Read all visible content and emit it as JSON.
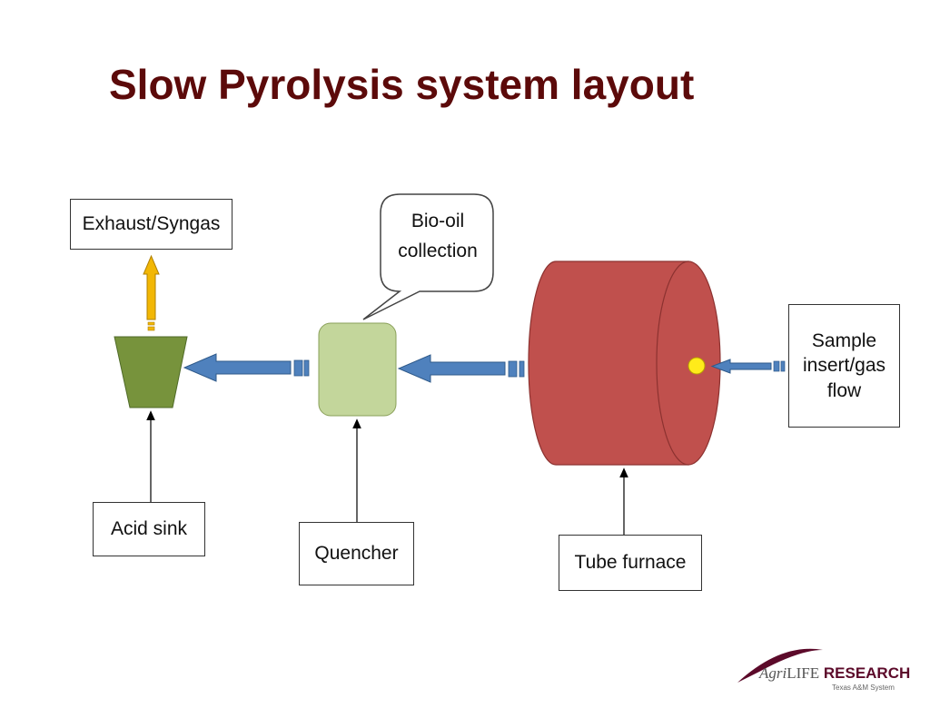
{
  "title": "Slow Pyrolysis system layout",
  "labels": {
    "exhaust": "Exhaust/Syngas",
    "bio_oil": "Bio-oil collection",
    "sample": "Sample insert/gas flow",
    "acid_sink": "Acid sink",
    "quencher": "Quencher",
    "tube_furnace": "Tube furnace"
  },
  "logo": {
    "agri": "Agri",
    "life": "LIFE",
    "research": "RESEARCH",
    "sub": "Texas A&M System"
  },
  "colors": {
    "title": "#5c0a0a",
    "furnace": "#c0504d",
    "quencher": "#c3d69b",
    "acid_sink": "#77933c",
    "flow_arrow": "#4f81bd",
    "exhaust_arrow": "#f2b705",
    "sample_dot": "#ffeb1a"
  }
}
